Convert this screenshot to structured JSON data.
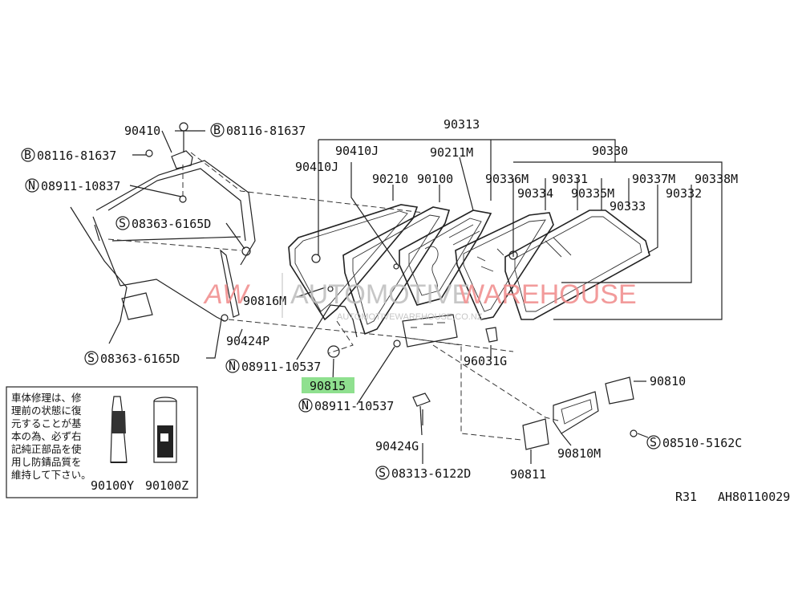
{
  "diagram": {
    "footer_ref": "R31",
    "footer_code": "AH80110029",
    "highlight_color": "#8fe08f",
    "watermark": {
      "brand": "AUTOMOTIVE WAREHOUSE",
      "brand_part1": "AUTOMOTIVE",
      "brand_part2": "WAREHOUSE",
      "logo": "AW",
      "url": "AUTOMOTIVEWAREHOUSE.CO.NZ",
      "color_gray": "#bdbdbd",
      "color_red": "#f08a8a"
    },
    "labels": {
      "p90313": "90313",
      "p90330": "90330",
      "p90410": "90410",
      "p90410j_a": "90410J",
      "p90410j_b": "90410J",
      "p90211m": "90211M",
      "p90210": "90210",
      "p90100": "90100",
      "p90336m": "90336M",
      "p90331": "90331",
      "p90337m": "90337M",
      "p90338m": "90338M",
      "p90334": "90334",
      "p90335m": "90335M",
      "p90332": "90332",
      "p90333": "90333",
      "b08116_top": "08116-81637",
      "b08116_left": "08116-81637",
      "n08911_top": "08911-10837",
      "s08363_top": "08363-6165D",
      "p90816m": "90816M",
      "p90424p": "90424P",
      "s08363_bot": "08363-6165D",
      "n08911_mid": "08911-10537",
      "p90815": "90815",
      "n08911_low": "08911-10537",
      "p96031g": "96031G",
      "p90810": "90810",
      "p90810m": "90810M",
      "p90811": "90811",
      "s08510": "08510-5162C",
      "p90424g": "90424G",
      "s08313": "08313-6122D",
      "p90100y": "90100Y",
      "p90100z": "90100Z"
    },
    "prefix": {
      "b08116_top": "B",
      "b08116_left": "B",
      "n08911_top": "N",
      "s08363_top": "S",
      "s08363_bot": "S",
      "n08911_mid": "N",
      "n08911_low": "N",
      "s08510": "S",
      "s08313": "S"
    },
    "note_lines": [
      "車体修理は、修",
      "理前の状態に復",
      "元することが基",
      "本の為、必ず右",
      "記純正部品を使",
      "用し防錆品質を",
      "維持して下さい。"
    ]
  }
}
